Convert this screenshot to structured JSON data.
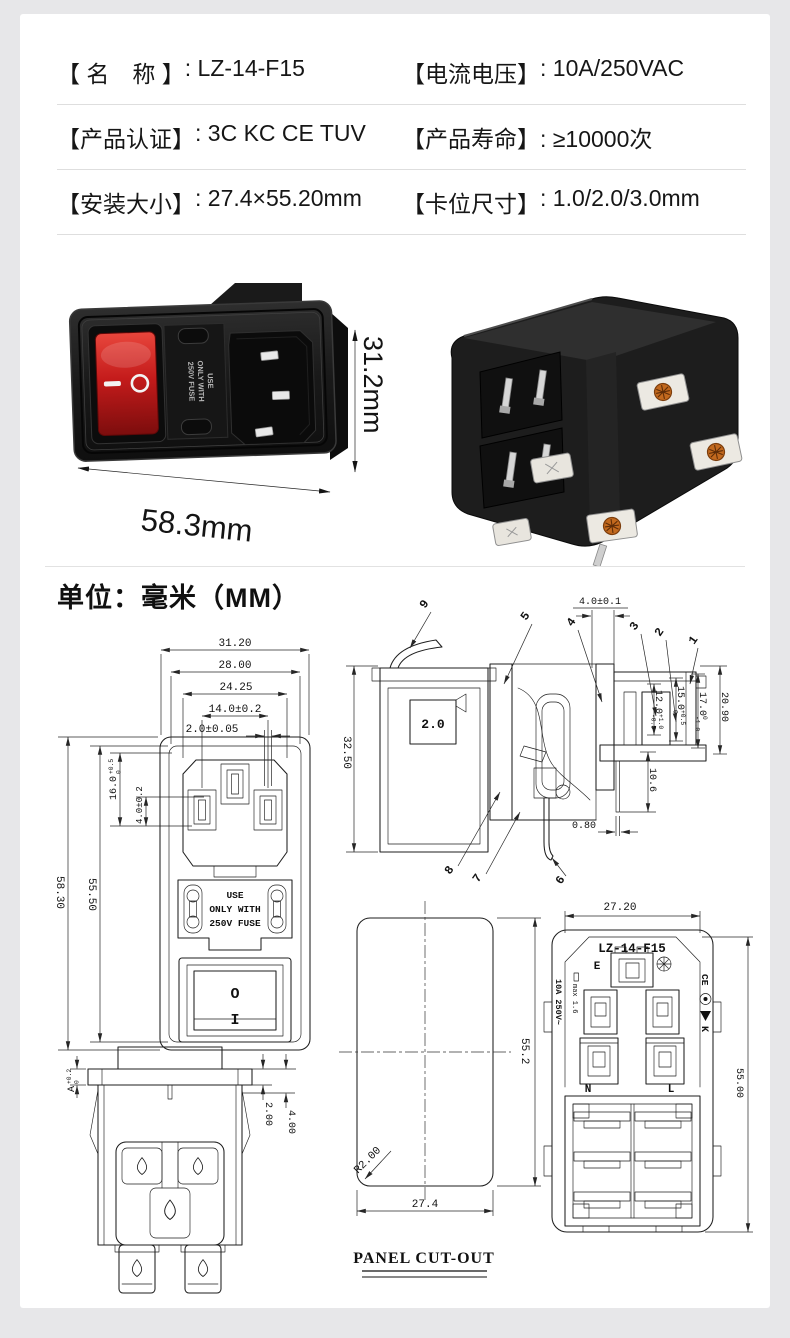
{
  "page": {
    "background": "#e7e7e9",
    "card": "#ffffff"
  },
  "spec_table": {
    "rows": [
      {
        "label1": "【 名　称 】",
        "value1": ": LZ-14-F15",
        "label2": "【电流电压】",
        "value2": ": 10A/250VAC"
      },
      {
        "label1": "【产品认证】",
        "value1": ": 3C KC CE TUV",
        "label2": "【产品寿命】",
        "value2": ": ≥10000次"
      },
      {
        "label1": "【安装大小】",
        "value1": ": 27.4×55.20mm",
        "label2": "【卡位尺寸】",
        "value2": ": 1.0/2.0/3.0mm"
      }
    ]
  },
  "photos": {
    "front": {
      "width_label": "58.3mm",
      "height_label": "31.2mm",
      "fuse_line1": "USE",
      "fuse_line2": "ONLY WITH",
      "fuse_line3": "250V FUSE",
      "rocker_color": "#c01919"
    }
  },
  "unit_heading": "单位：毫米（MM）",
  "front_view": {
    "dim_width_outer": "31.20",
    "dim_width_inner": "28.00",
    "dim_width_recess": "24.25",
    "dim_pin_pitch": "14.0±0.2",
    "dim_pin_slot": "2.0±0.05",
    "dim_pin_v": "16.0",
    "dim_pin_v_up": "+0.5",
    "dim_pin_v_dn": "0",
    "dim_pin_offset": "4.0±0.2",
    "dim_height_outer": "58.30",
    "dim_height_inner": "55.50",
    "fuse_line1": "USE",
    "fuse_line2": "ONLY WITH",
    "fuse_line3": "250V FUSE",
    "switch_off": "O",
    "switch_on": "I"
  },
  "side_view": {
    "dim_top": "4.0±0.1",
    "dim_clip": "2.0",
    "dim_height": "32.50",
    "dim_d12": "12.0",
    "dim_d12_up": "+1.0",
    "dim_d12_dn": "-0.5",
    "dim_d15": "15.0",
    "dim_d15_up": "+0.5",
    "dim_d15_dn": "0",
    "dim_d17": "17.0",
    "dim_d17_up": "0",
    "dim_d17_dn": "-1.0",
    "dim_d20": "20.90",
    "dim_pin_len": "10.6",
    "dim_pin_th": "0.80",
    "parts": {
      "p1": "1",
      "p2": "2",
      "p3": "3",
      "p4": "4",
      "p5": "5",
      "p6": "6",
      "p7": "7",
      "p8": "8",
      "p9": "9"
    }
  },
  "bottom_view": {
    "dim_a": "A",
    "dim_a_up": "+0.2",
    "dim_a_dn": "0",
    "dim_2": "2.00",
    "dim_4": "4.00"
  },
  "cutout": {
    "dim_w": "27.4",
    "dim_h": "55.2",
    "radius": "R2.00",
    "title": "PANEL CUT-OUT"
  },
  "back_view": {
    "dim_w": "27.20",
    "dim_h": "55.00",
    "model": "LZ-14-F15",
    "earth": "E",
    "neutral": "N",
    "live": "L",
    "rating": "10A 250V~",
    "fuse_note": "max 1.6",
    "cert_ce": "CE",
    "cert_k": "K"
  }
}
